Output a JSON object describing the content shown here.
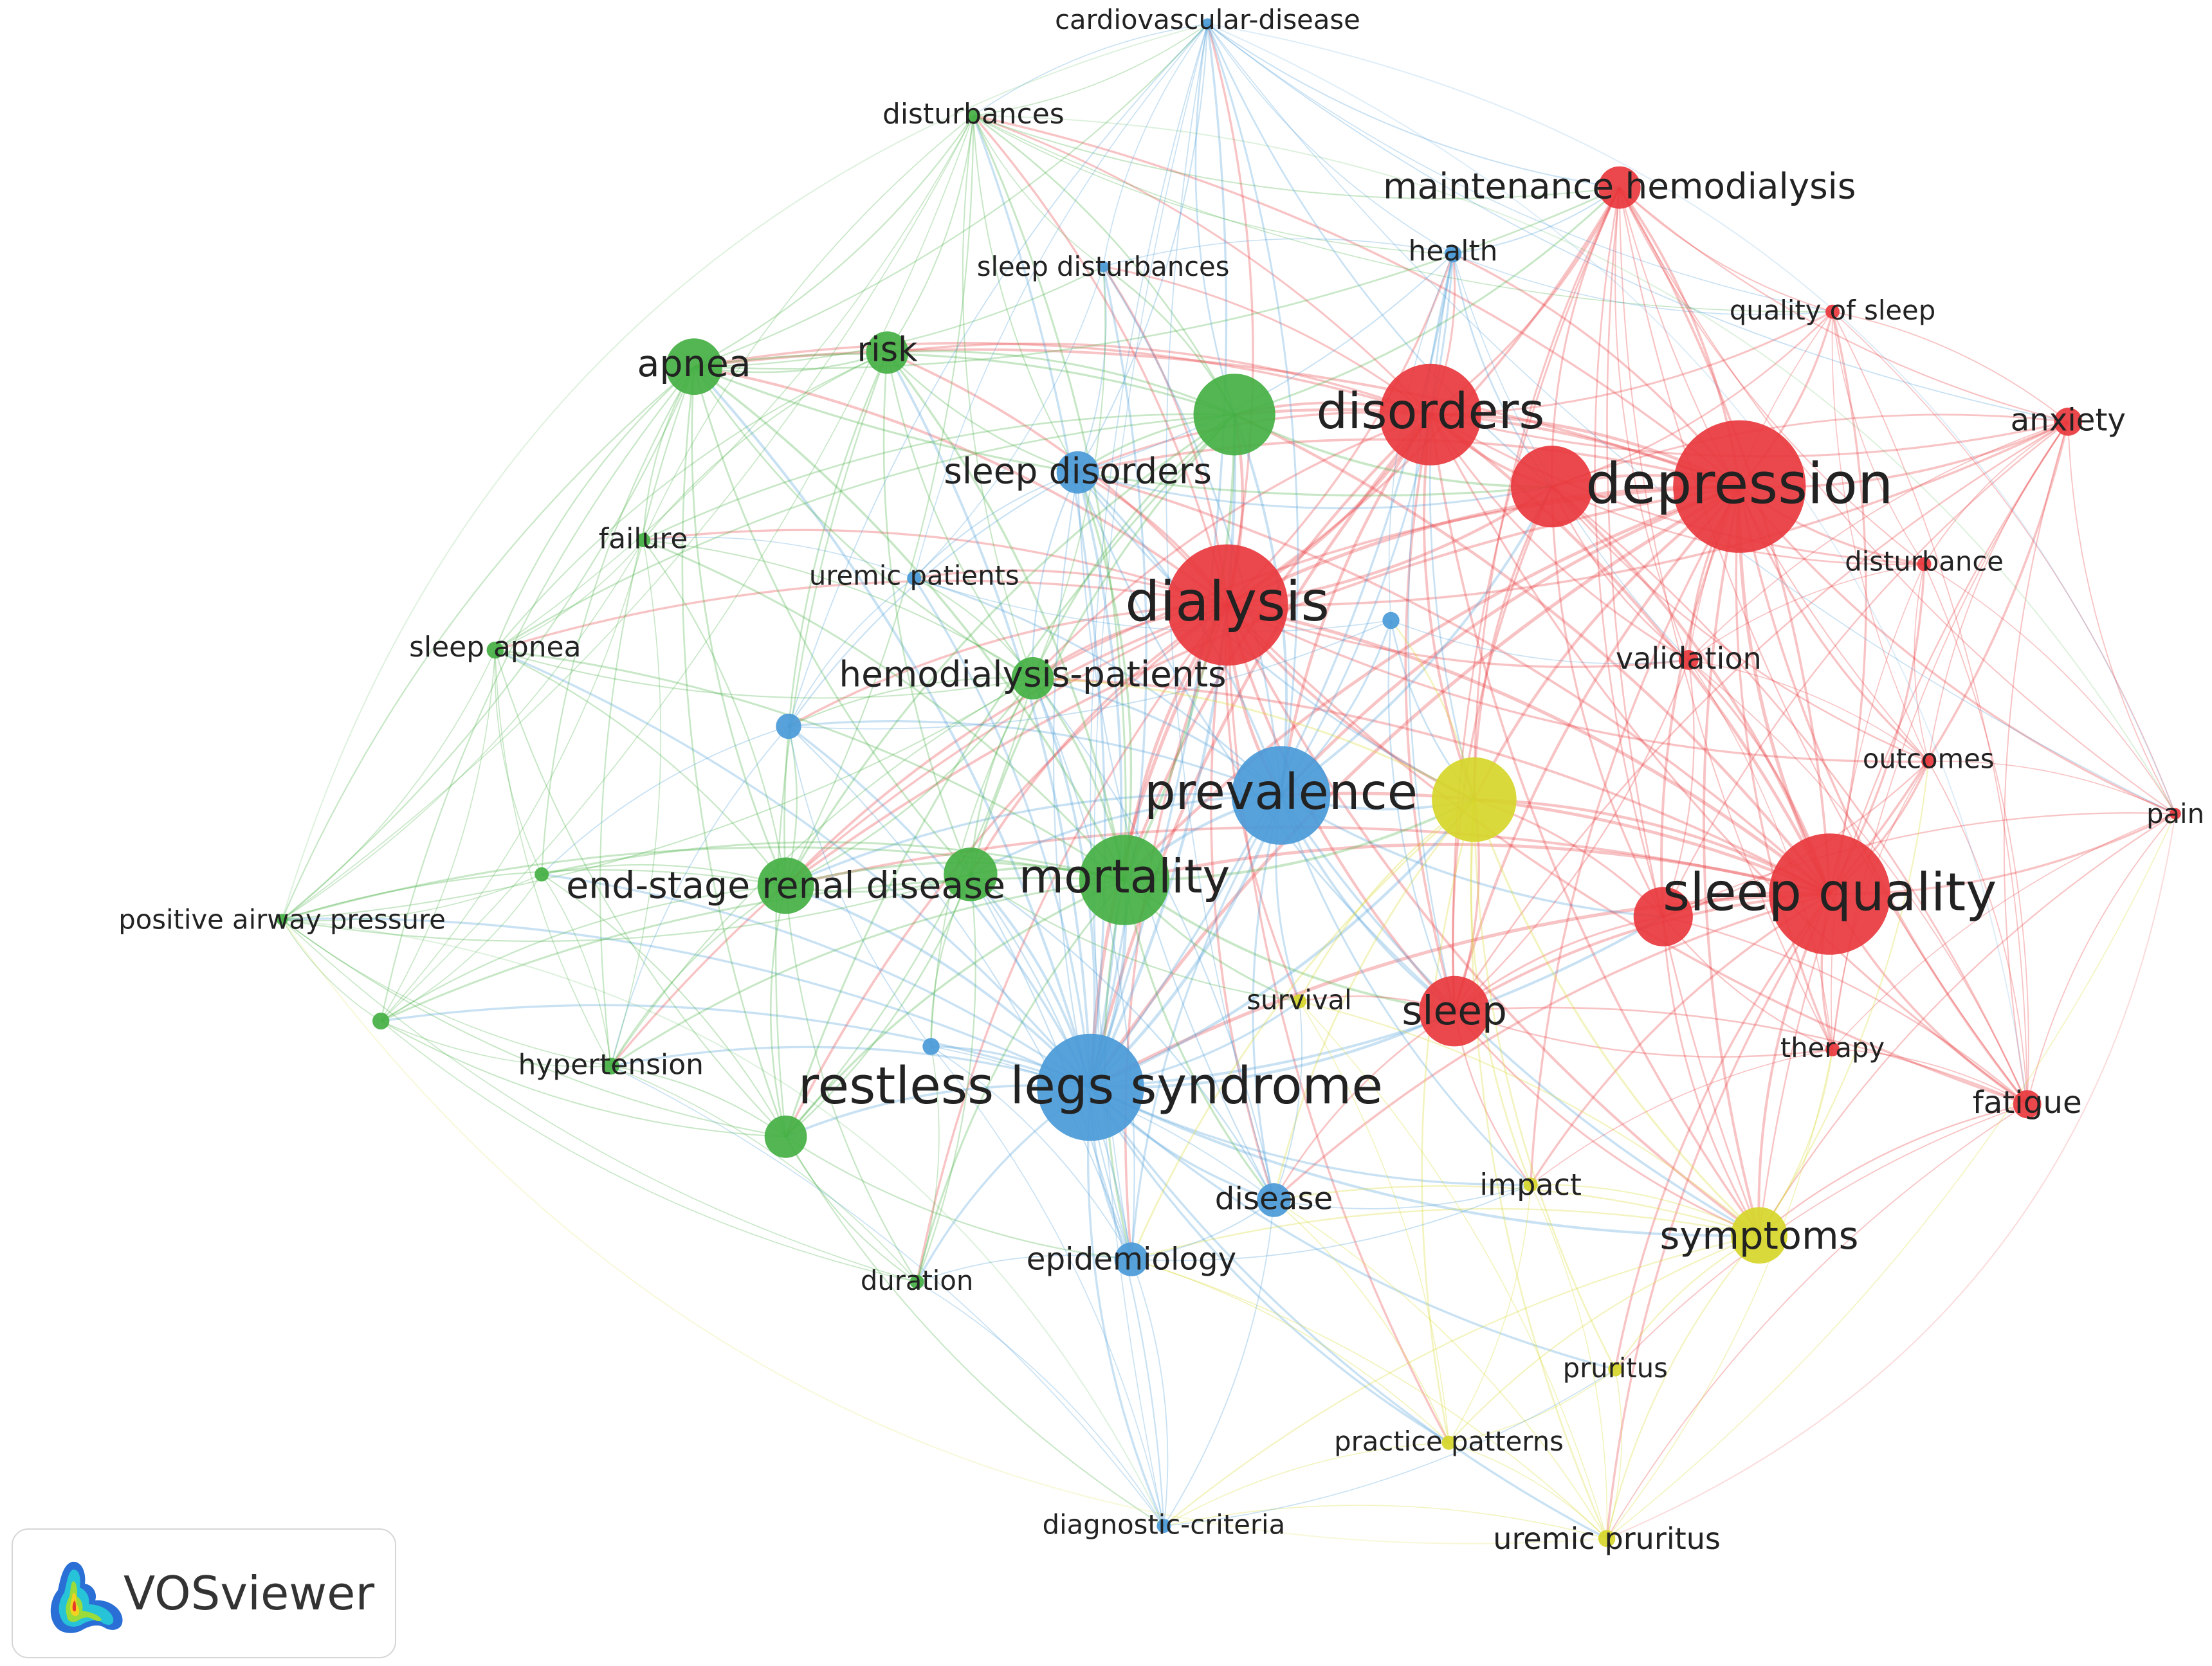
{
  "network": {
    "clusters": {
      "red": "#e8383d",
      "green": "#44b043",
      "blue": "#4a9ad8",
      "yellow": "#d6d62a"
    },
    "nodes": [
      {
        "id": "n1",
        "label": "cardiovascular-disease",
        "cluster": "blue",
        "weight": 1
      },
      {
        "id": "n2",
        "label": "disturbances",
        "cluster": "green",
        "weight": 1
      },
      {
        "id": "n3",
        "label": "maintenance hemodialysis",
        "cluster": "red",
        "weight": 3
      },
      {
        "id": "n4",
        "label": "health",
        "cluster": "blue",
        "weight": 1
      },
      {
        "id": "n5",
        "label": "sleep disturbances",
        "cluster": "blue",
        "weight": 1
      },
      {
        "id": "n6",
        "label": "quality of sleep",
        "cluster": "red",
        "weight": 1
      },
      {
        "id": "n7",
        "label": "apnea",
        "cluster": "green",
        "weight": 4
      },
      {
        "id": "n8",
        "label": "risk",
        "cluster": "green",
        "weight": 3
      },
      {
        "id": "n9",
        "label": "",
        "cluster": "green",
        "weight": 6
      },
      {
        "id": "n10",
        "label": "disorders",
        "cluster": "red",
        "weight": 8
      },
      {
        "id": "n11",
        "label": "anxiety",
        "cluster": "red",
        "weight": 2
      },
      {
        "id": "n12",
        "label": "",
        "cluster": "red",
        "weight": 6
      },
      {
        "id": "n13",
        "label": "depression",
        "cluster": "red",
        "weight": 10
      },
      {
        "id": "n14",
        "label": "sleep disorders",
        "cluster": "blue",
        "weight": 3
      },
      {
        "id": "n15",
        "label": "failure",
        "cluster": "green",
        "weight": 1
      },
      {
        "id": "n16",
        "label": "uremic patients",
        "cluster": "blue",
        "weight": 1
      },
      {
        "id": "n17",
        "label": "disturbance",
        "cluster": "red",
        "weight": 1
      },
      {
        "id": "n18",
        "label": "dialysis",
        "cluster": "red",
        "weight": 10
      },
      {
        "id": "n19",
        "label": "",
        "cluster": "blue",
        "weight": 1
      },
      {
        "id": "n20",
        "label": "sleep apnea",
        "cluster": "green",
        "weight": 1
      },
      {
        "id": "n21",
        "label": "validation",
        "cluster": "red",
        "weight": 1
      },
      {
        "id": "n22",
        "label": "hemodialysis-patients",
        "cluster": "green",
        "weight": 3
      },
      {
        "id": "n23",
        "label": "",
        "cluster": "blue",
        "weight": 2
      },
      {
        "id": "n24",
        "label": "outcomes",
        "cluster": "red",
        "weight": 1
      },
      {
        "id": "n25",
        "label": "prevalence",
        "cluster": "blue",
        "weight": 8
      },
      {
        "id": "n26",
        "label": "",
        "cluster": "yellow",
        "weight": 6
      },
      {
        "id": "n27",
        "label": "pain",
        "cluster": "red",
        "weight": 1
      },
      {
        "id": "n28",
        "label": "",
        "cluster": "green",
        "weight": 1
      },
      {
        "id": "n29",
        "label": "end-stage renal disease",
        "cluster": "green",
        "weight": 4
      },
      {
        "id": "n30",
        "label": "",
        "cluster": "green",
        "weight": 4
      },
      {
        "id": "n31",
        "label": "mortality",
        "cluster": "green",
        "weight": 8
      },
      {
        "id": "n32",
        "label": "sleep quality",
        "cluster": "red",
        "weight": 10
      },
      {
        "id": "n33",
        "label": "",
        "cluster": "red",
        "weight": 4
      },
      {
        "id": "n34",
        "label": "positive airway pressure",
        "cluster": "green",
        "weight": 1
      },
      {
        "id": "n35",
        "label": "",
        "cluster": "green",
        "weight": 1
      },
      {
        "id": "n36",
        "label": "survival",
        "cluster": "yellow",
        "weight": 1
      },
      {
        "id": "n37",
        "label": "sleep",
        "cluster": "red",
        "weight": 5
      },
      {
        "id": "n38",
        "label": "",
        "cluster": "blue",
        "weight": 1
      },
      {
        "id": "n39",
        "label": "therapy",
        "cluster": "red",
        "weight": 1
      },
      {
        "id": "n40",
        "label": "hypertension",
        "cluster": "green",
        "weight": 1
      },
      {
        "id": "n41",
        "label": "restless legs syndrome",
        "cluster": "blue",
        "weight": 10
      },
      {
        "id": "n42",
        "label": "fatigue",
        "cluster": "red",
        "weight": 2
      },
      {
        "id": "n43",
        "label": "",
        "cluster": "green",
        "weight": 3
      },
      {
        "id": "n44",
        "label": "impact",
        "cluster": "yellow",
        "weight": 1
      },
      {
        "id": "n45",
        "label": "disease",
        "cluster": "blue",
        "weight": 2
      },
      {
        "id": "n46",
        "label": "symptoms",
        "cluster": "yellow",
        "weight": 4
      },
      {
        "id": "n47",
        "label": "epidemiology",
        "cluster": "blue",
        "weight": 2
      },
      {
        "id": "n48",
        "label": "duration",
        "cluster": "green",
        "weight": 1
      },
      {
        "id": "n49",
        "label": "pruritus",
        "cluster": "yellow",
        "weight": 1
      },
      {
        "id": "n50",
        "label": "practice patterns",
        "cluster": "yellow",
        "weight": 1
      },
      {
        "id": "n51",
        "label": "diagnostic-criteria",
        "cluster": "blue",
        "weight": 1
      },
      {
        "id": "n52",
        "label": "uremic pruritus",
        "cluster": "yellow",
        "weight": 1
      }
    ]
  },
  "brand": {
    "name": "VOSviewer",
    "icon": "vosviewer-logo-icon"
  }
}
